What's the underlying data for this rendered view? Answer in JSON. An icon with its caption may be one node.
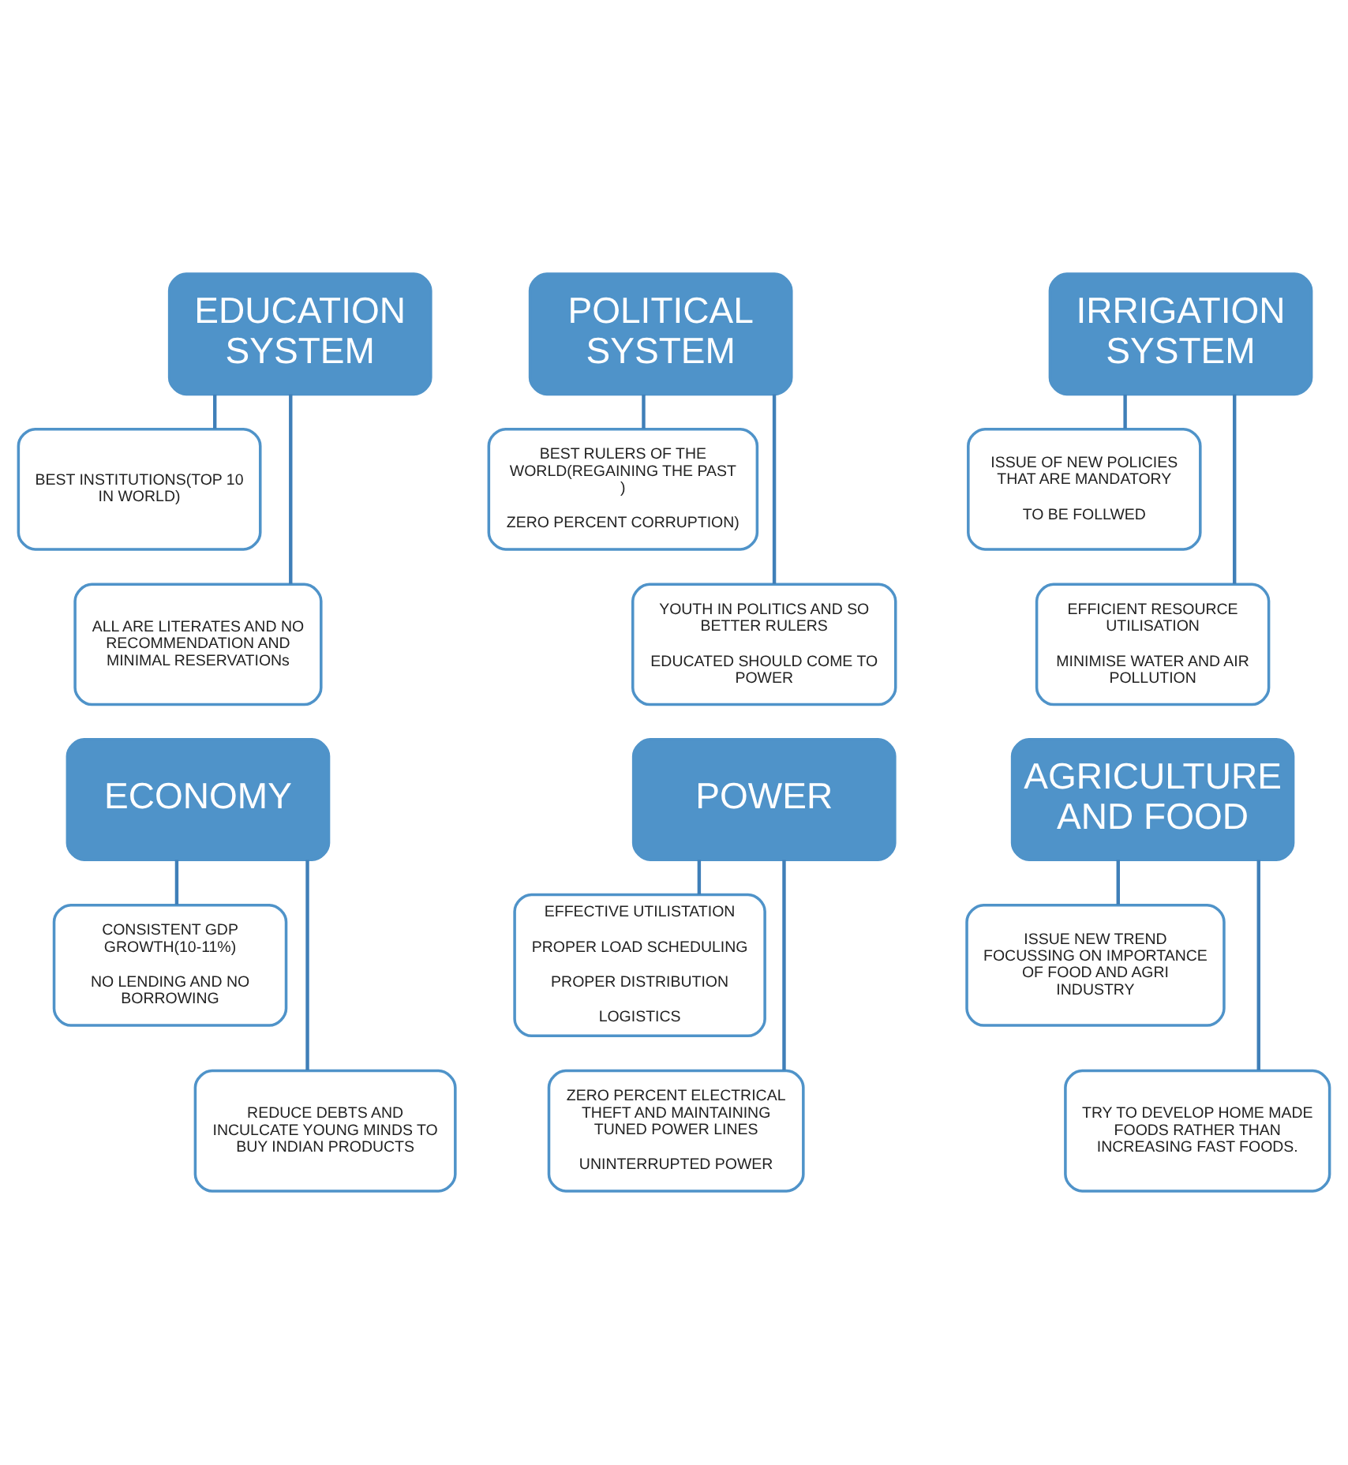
{
  "diagram": {
    "nodes": [
      {
        "text": [
          "EDUCATION SYSTEM"
        ]
      },
      {
        "text": [
          "BEST INSTITUTIONS(TOP 10 IN WORLD)"
        ]
      },
      {
        "text": [
          "ALL ARE LITERATES AND NO RECOMMENDATION AND MINIMAL RESERVATIONs"
        ]
      },
      {
        "text": [
          "POLITICAL SYSTEM"
        ]
      },
      {
        "text": [
          "BEST RULERS OF THE WORLD(REGAINING THE PAST )",
          "ZERO PERCENT CORRUPTION)"
        ]
      },
      {
        "text": [
          "YOUTH IN POLITICS AND SO BETTER RULERS",
          "EDUCATED SHOULD COME TO POWER"
        ]
      },
      {
        "text": [
          "IRRIGATION SYSTEM"
        ]
      },
      {
        "text": [
          "ISSUE OF NEW POLICIES THAT ARE MANDATORY",
          "TO BE FOLLWED"
        ]
      },
      {
        "text": [
          "EFFICIENT RESOURCE UTILISATION",
          "MINIMISE WATER AND AIR POLLUTION"
        ]
      },
      {
        "text": [
          "ECONOMY"
        ]
      },
      {
        "text": [
          "CONSISTENT GDP GROWTH(10-11%)",
          "NO LENDING AND NO BORROWING"
        ]
      },
      {
        "text": [
          "REDUCE DEBTS AND INCULCATE YOUNG MINDS TO BUY INDIAN PRODUCTS"
        ]
      },
      {
        "text": [
          "POWER"
        ]
      },
      {
        "text": [
          "EFFECTIVE UTILISTATION",
          "PROPER LOAD SCHEDULING",
          "PROPER DISTRIBUTION",
          "LOGISTICS"
        ]
      },
      {
        "text": [
          "ZERO PERCENT ELECTRICAL THEFT AND MAINTAINING TUNED POWER LINES",
          "UNINTERRUPTED POWER"
        ]
      },
      {
        "text": [
          "AGRICULTURE AND FOOD"
        ]
      },
      {
        "text": [
          "ISSUE NEW TREND FOCUSSING ON IMPORTANCE OF FOOD AND AGRI INDUSTRY"
        ]
      },
      {
        "text": [
          "TRY TO DEVELOP HOME MADE FOODS RATHER THAN INCREASING FAST FOODS."
        ]
      }
    ],
    "edges": [
      {
        "from": 0,
        "to": 1,
        "arrow": "none"
      },
      {
        "from": 0,
        "to": 2,
        "arrow": "none"
      },
      {
        "from": 3,
        "to": 4,
        "arrow": "none"
      },
      {
        "from": 3,
        "to": 5,
        "arrow": "none"
      },
      {
        "from": 6,
        "to": 7,
        "arrow": "none"
      },
      {
        "from": 6,
        "to": 8,
        "arrow": "none"
      },
      {
        "from": 9,
        "to": 10,
        "arrow": "none"
      },
      {
        "from": 9,
        "to": 11,
        "arrow": "none"
      },
      {
        "from": 12,
        "to": 13,
        "arrow": "none"
      },
      {
        "from": 12,
        "to": 14,
        "arrow": "none"
      },
      {
        "from": 15,
        "to": 16,
        "arrow": "none"
      },
      {
        "from": 15,
        "to": 17,
        "arrow": "none"
      }
    ]
  }
}
